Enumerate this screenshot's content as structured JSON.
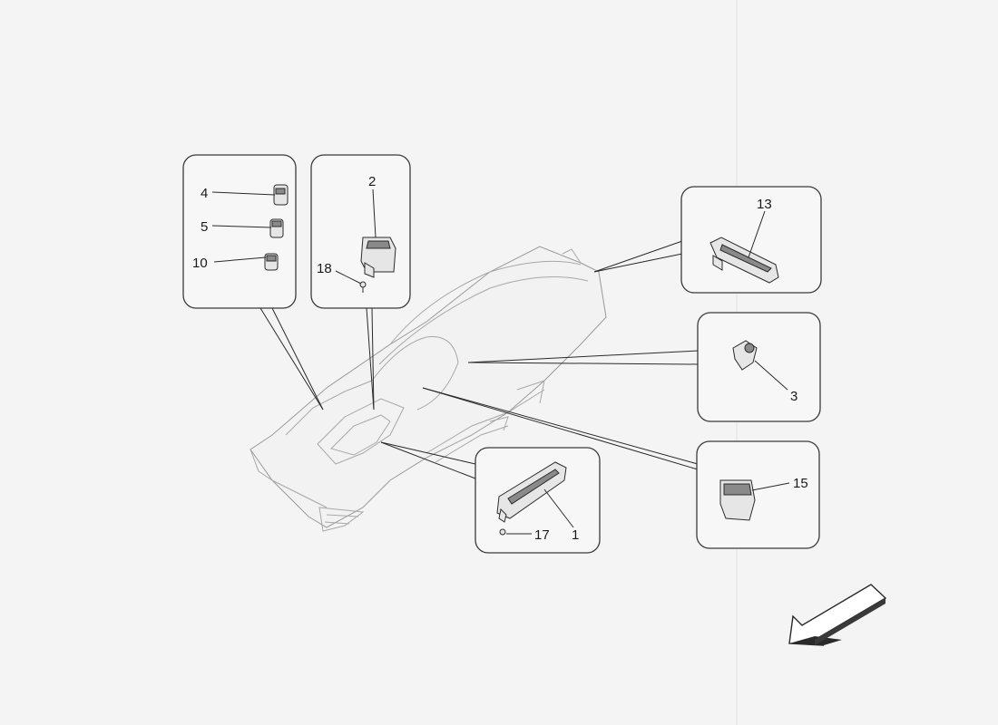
{
  "callouts": {
    "n1": "1",
    "n2": "2",
    "n3": "3",
    "n4": "4",
    "n5": "5",
    "n10": "10",
    "n13": "13",
    "n15": "15",
    "n17": "17",
    "n18": "18"
  }
}
